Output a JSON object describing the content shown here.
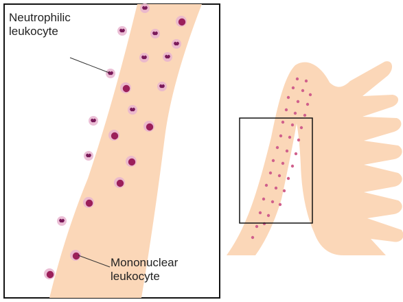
{
  "labels": {
    "neutrophilic": [
      "Neutrophilic",
      "leukocyte"
    ],
    "mononuclear": [
      "Mononuclear",
      "leukocyte"
    ]
  },
  "colors": {
    "tissue": "#fbd7b8",
    "cell_body": "#e8b4cf",
    "neutrophil_nucleus": "#7a1a5a",
    "mononuclear_nucleus": "#9b1f5a",
    "frame": "#111111",
    "leader_line": "#333333",
    "dot": "#d0608c"
  }
}
